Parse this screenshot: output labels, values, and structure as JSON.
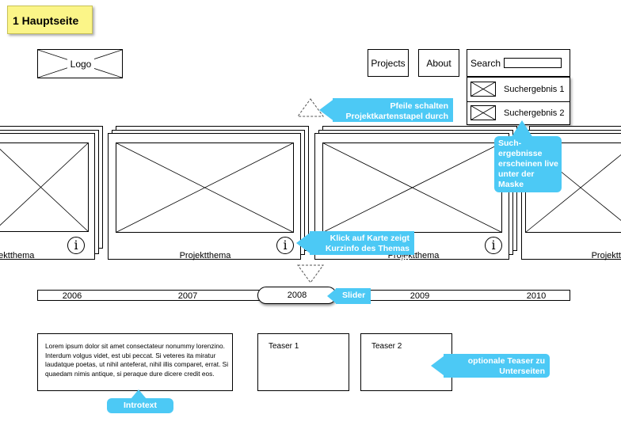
{
  "page_title": "1 Hauptseite",
  "header": {
    "logo_label": "Logo",
    "nav": {
      "projects": "Projects",
      "about": "About"
    },
    "search": {
      "label": "Search",
      "value": ""
    },
    "search_results": [
      "Suchergebnis 1",
      "Suchergebnis 2"
    ]
  },
  "cards": {
    "labels": [
      "Projektthema",
      "Projektthema",
      "Projektthema",
      "Projektthema"
    ],
    "info_glyph": "i"
  },
  "timeline": {
    "years": [
      "2006",
      "2007",
      "2008",
      "2009",
      "2010"
    ],
    "selected": "2008"
  },
  "intro_text": "Lorem ipsum dolor sit amet consectateur nonummy lorenzino. Interdum volgus videt, est ubi peccat. Si veteres ita miratur laudatque poetas, ut nihil anteferat, nihil illis comparet, errat. Si quaedam nimis antique, si peraque dure dicere credit eos.",
  "teasers": [
    "Teaser 1",
    "Teaser 2"
  ],
  "callouts": {
    "arrows": "Pfeile schalten Projektkartenstapel durch",
    "search": "Such-ergebnisse erscheinen live unter der Maske",
    "card": "Klick auf Karte zeigt Kurzinfo des Themas an",
    "slider": "Slider",
    "teaser": "optionale Teaser zu Unterseiten",
    "intro": "Introtext"
  },
  "colors": {
    "note": "#fbf588",
    "callout": "#4cc9f5"
  }
}
